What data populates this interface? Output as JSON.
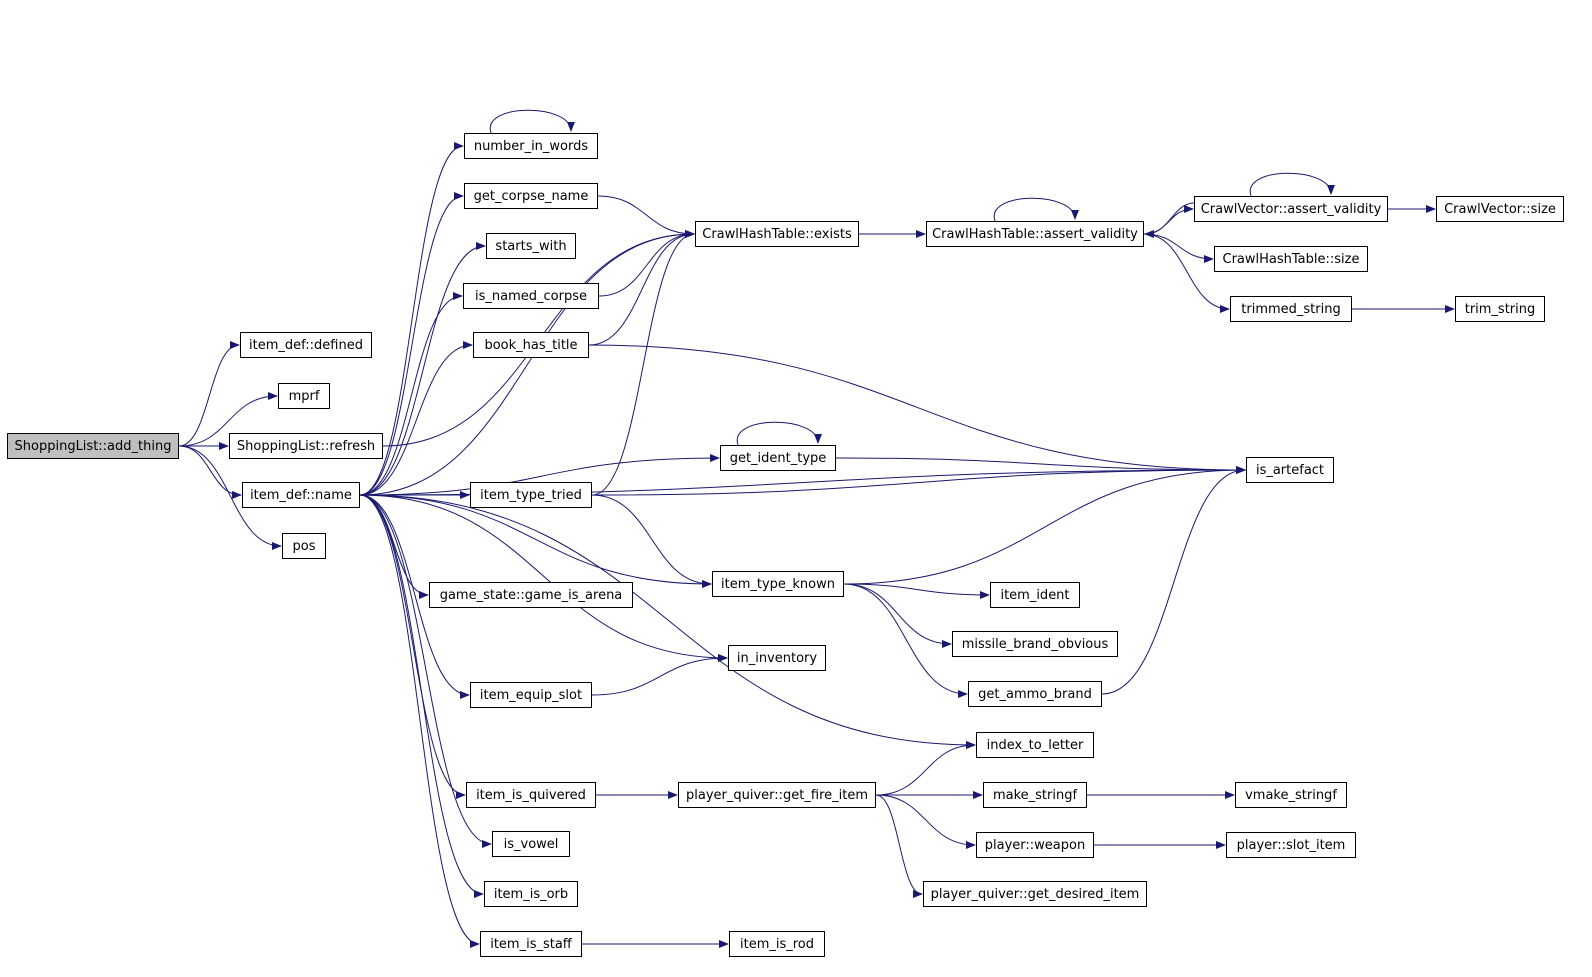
{
  "graph": {
    "edge_color": "#191970",
    "root_fill": "#bfbfbf",
    "nodes": [
      {
        "id": "add_thing",
        "label": "ShoppingList::add_thing",
        "root": true
      },
      {
        "id": "defined",
        "label": "item_def::defined"
      },
      {
        "id": "mprf",
        "label": "mprf"
      },
      {
        "id": "refresh",
        "label": "ShoppingList::refresh"
      },
      {
        "id": "name",
        "label": "item_def::name"
      },
      {
        "id": "pos",
        "label": "pos"
      },
      {
        "id": "number_in_words",
        "label": "number_in_words"
      },
      {
        "id": "get_corpse_name",
        "label": "get_corpse_name"
      },
      {
        "id": "starts_with",
        "label": "starts_with"
      },
      {
        "id": "is_named_corpse",
        "label": "is_named_corpse"
      },
      {
        "id": "book_has_title",
        "label": "book_has_title"
      },
      {
        "id": "hash_exists",
        "label": "CrawlHashTable::exists"
      },
      {
        "id": "hash_assert",
        "label": "CrawlHashTable::assert_validity"
      },
      {
        "id": "vec_assert",
        "label": "CrawlVector::assert_validity"
      },
      {
        "id": "vec_size",
        "label": "CrawlVector::size"
      },
      {
        "id": "hash_size",
        "label": "CrawlHashTable::size"
      },
      {
        "id": "trimmed_string",
        "label": "trimmed_string"
      },
      {
        "id": "trim_string",
        "label": "trim_string"
      },
      {
        "id": "get_ident_type",
        "label": "get_ident_type"
      },
      {
        "id": "is_artefact",
        "label": "is_artefact"
      },
      {
        "id": "item_type_tried",
        "label": "item_type_tried"
      },
      {
        "id": "item_type_known",
        "label": "item_type_known"
      },
      {
        "id": "game_is_arena",
        "label": "game_state::game_is_arena"
      },
      {
        "id": "item_ident",
        "label": "item_ident"
      },
      {
        "id": "missile_brand_obvious",
        "label": "missile_brand_obvious"
      },
      {
        "id": "in_inventory",
        "label": "in_inventory"
      },
      {
        "id": "item_equip_slot",
        "label": "item_equip_slot"
      },
      {
        "id": "get_ammo_brand",
        "label": "get_ammo_brand"
      },
      {
        "id": "index_to_letter",
        "label": "index_to_letter"
      },
      {
        "id": "item_is_quivered",
        "label": "item_is_quivered"
      },
      {
        "id": "get_fire_item",
        "label": "player_quiver::get_fire_item"
      },
      {
        "id": "make_stringf",
        "label": "make_stringf"
      },
      {
        "id": "vmake_stringf",
        "label": "vmake_stringf"
      },
      {
        "id": "is_vowel",
        "label": "is_vowel"
      },
      {
        "id": "player_weapon",
        "label": "player::weapon"
      },
      {
        "id": "slot_item",
        "label": "player::slot_item"
      },
      {
        "id": "item_is_orb",
        "label": "item_is_orb"
      },
      {
        "id": "get_desired_item",
        "label": "player_quiver::get_desired_item"
      },
      {
        "id": "item_is_staff",
        "label": "item_is_staff"
      },
      {
        "id": "item_is_rod",
        "label": "item_is_rod"
      }
    ],
    "edges": [
      [
        "add_thing",
        "defined"
      ],
      [
        "add_thing",
        "mprf"
      ],
      [
        "add_thing",
        "refresh"
      ],
      [
        "add_thing",
        "name"
      ],
      [
        "add_thing",
        "pos"
      ],
      [
        "refresh",
        "hash_exists"
      ],
      [
        "name",
        "number_in_words"
      ],
      [
        "name",
        "get_corpse_name"
      ],
      [
        "name",
        "starts_with"
      ],
      [
        "name",
        "is_named_corpse"
      ],
      [
        "name",
        "book_has_title"
      ],
      [
        "name",
        "hash_exists"
      ],
      [
        "name",
        "get_ident_type"
      ],
      [
        "name",
        "is_artefact"
      ],
      [
        "name",
        "item_type_tried"
      ],
      [
        "name",
        "item_type_known"
      ],
      [
        "name",
        "game_is_arena"
      ],
      [
        "name",
        "in_inventory"
      ],
      [
        "name",
        "item_equip_slot"
      ],
      [
        "name",
        "index_to_letter"
      ],
      [
        "name",
        "item_is_quivered"
      ],
      [
        "name",
        "is_vowel"
      ],
      [
        "name",
        "item_is_orb"
      ],
      [
        "name",
        "item_is_staff"
      ],
      [
        "number_in_words",
        "number_in_words"
      ],
      [
        "get_corpse_name",
        "hash_exists"
      ],
      [
        "is_named_corpse",
        "hash_exists"
      ],
      [
        "book_has_title",
        "hash_exists"
      ],
      [
        "book_has_title",
        "is_artefact"
      ],
      [
        "hash_exists",
        "hash_assert"
      ],
      [
        "hash_assert",
        "hash_assert"
      ],
      [
        "hash_assert",
        "vec_assert"
      ],
      [
        "hash_assert",
        "hash_size"
      ],
      [
        "hash_assert",
        "trimmed_string"
      ],
      [
        "vec_assert",
        "vec_assert"
      ],
      [
        "vec_assert",
        "hash_assert"
      ],
      [
        "vec_assert",
        "vec_size"
      ],
      [
        "trimmed_string",
        "trim_string"
      ],
      [
        "get_ident_type",
        "get_ident_type"
      ],
      [
        "get_ident_type",
        "is_artefact"
      ],
      [
        "item_type_tried",
        "hash_exists"
      ],
      [
        "item_type_tried",
        "is_artefact"
      ],
      [
        "item_type_tried",
        "item_type_known"
      ],
      [
        "item_type_known",
        "is_artefact"
      ],
      [
        "item_type_known",
        "item_ident"
      ],
      [
        "item_type_known",
        "missile_brand_obvious"
      ],
      [
        "item_type_known",
        "get_ammo_brand"
      ],
      [
        "get_ammo_brand",
        "is_artefact"
      ],
      [
        "item_equip_slot",
        "in_inventory"
      ],
      [
        "item_is_quivered",
        "get_fire_item"
      ],
      [
        "get_fire_item",
        "index_to_letter"
      ],
      [
        "get_fire_item",
        "make_stringf"
      ],
      [
        "get_fire_item",
        "player_weapon"
      ],
      [
        "get_fire_item",
        "get_desired_item"
      ],
      [
        "make_stringf",
        "vmake_stringf"
      ],
      [
        "player_weapon",
        "slot_item"
      ],
      [
        "item_is_staff",
        "item_is_rod"
      ]
    ]
  }
}
